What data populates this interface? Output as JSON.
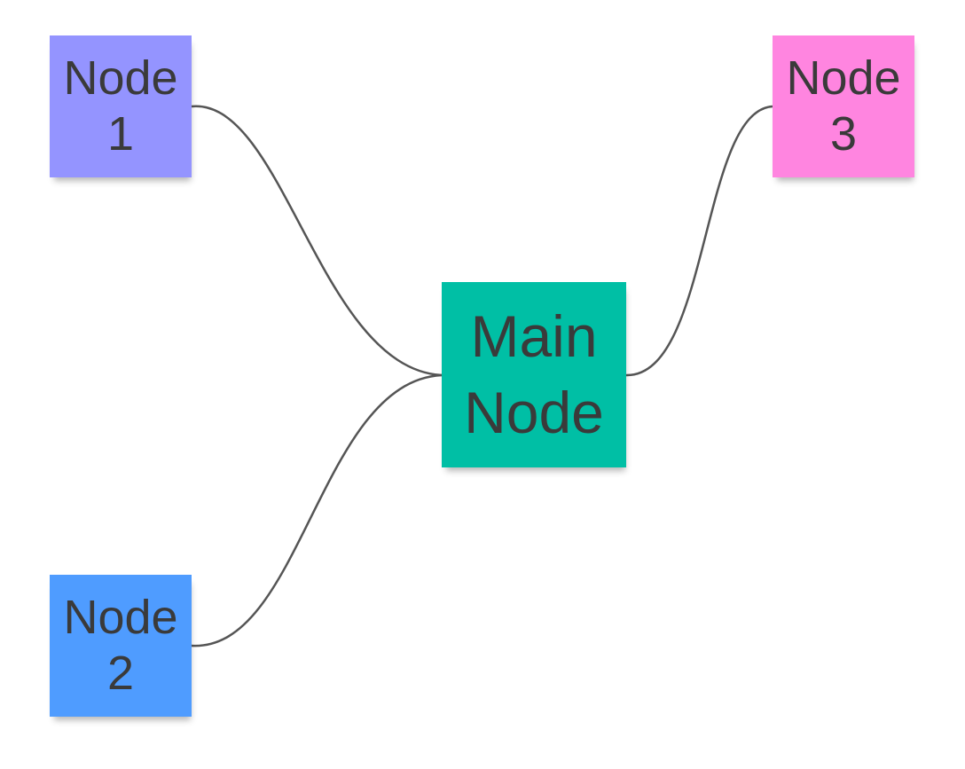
{
  "nodes": {
    "node_1": {
      "label": "Node\n1",
      "color": "#9494ff"
    },
    "node_2": {
      "label": "Node\n2",
      "color": "#4f9cff"
    },
    "node_3": {
      "label": "Node\n3",
      "color": "#ff85e0"
    },
    "main": {
      "label": "Main\nNode",
      "color": "#00bfa5"
    }
  },
  "connector_color": "#555555",
  "connections": [
    {
      "from": "node_1",
      "to": "main"
    },
    {
      "from": "node_2",
      "to": "main"
    },
    {
      "from": "main",
      "to": "node_3"
    }
  ]
}
